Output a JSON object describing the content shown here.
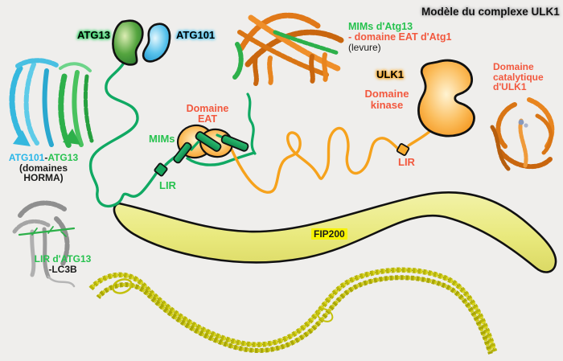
{
  "title": "Modèle du complexe ULK1",
  "colors": {
    "background": "#efeeec",
    "green_strand": "#10a963",
    "orange_strand": "#f6a21c",
    "green_label": "#27c24f",
    "red_label": "#f2583e",
    "cyan_label": "#29b6e8",
    "fip200_band": "#e9e97d",
    "coiled_coil": "#b8b509"
  },
  "blobs": {
    "atg13": "ATG13",
    "atg101": "ATG101",
    "ulk1": "ULK1",
    "fip200": "FIP200"
  },
  "strand_labels": {
    "mims": "MIMs",
    "lir_green": "LIR",
    "lir_orange": "LIR",
    "domaine_eat_1": "Domaine",
    "domaine_eat_2": "EAT",
    "domaine_kinase_1": "Domaine",
    "domaine_kinase_2": "kinase"
  },
  "structure_labels": {
    "mim_eat_1": "MIMs d'Atg13",
    "mim_eat_2": "- domaine EAT d'Atg1",
    "mim_eat_3": "(levure)",
    "horma_a": "ATG101",
    "horma_dash": "-",
    "horma_b": "ATG13",
    "horma_2": "(domaines",
    "horma_3": "HORMA)",
    "cat_1": "Domaine",
    "cat_2": "catalytique",
    "cat_3": "d'ULK1",
    "lc3b_1": "LIR d'ATG13",
    "lc3b_2": "-LC3B"
  }
}
